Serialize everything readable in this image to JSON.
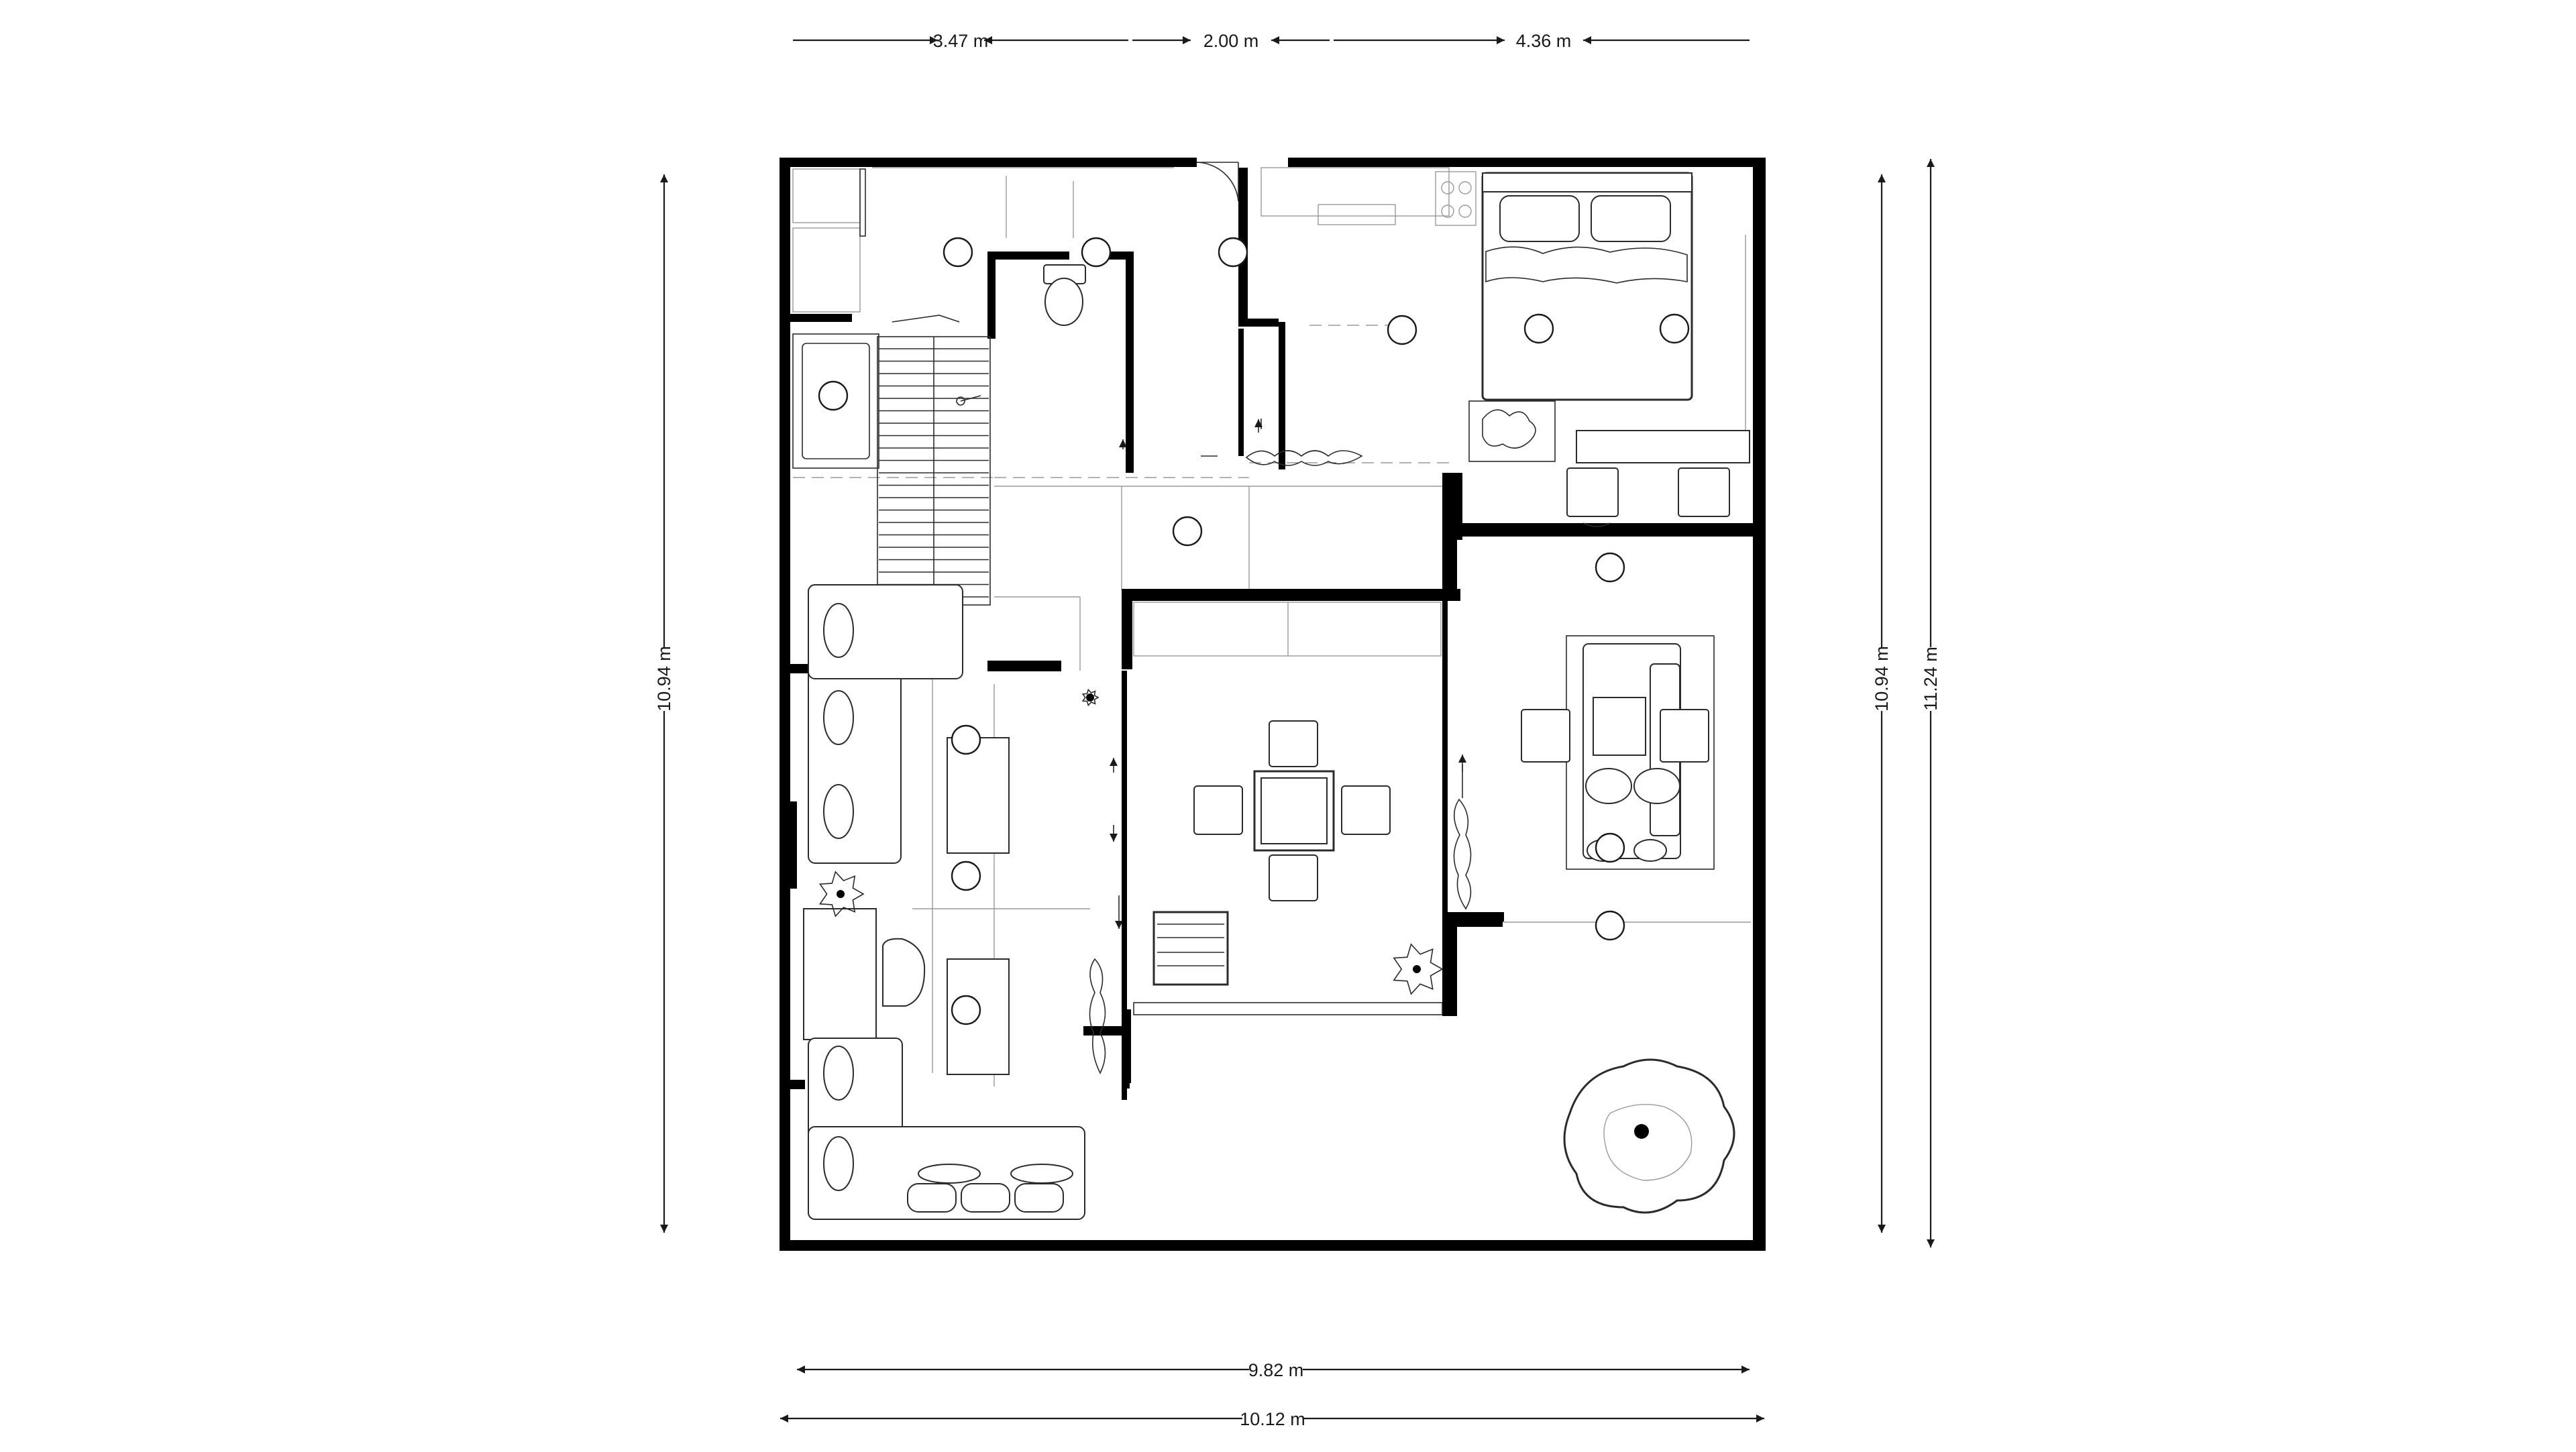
{
  "dimensions": {
    "top_segment_1": "3.47 m",
    "top_segment_2": "2.00 m",
    "top_segment_3": "4.36 m",
    "bottom_inner": "9.82 m",
    "bottom_outer": "10.12 m",
    "left_height": "10.94 m",
    "right_inner_height": "10.94 m",
    "right_outer_height": "11.24 m"
  },
  "colors": {
    "wall": "#000000",
    "line": "#2b2b2b",
    "faint": "#9a9a9a",
    "background": "#ffffff"
  },
  "legend_icons": [
    "ceiling-light-icon",
    "plant-icon",
    "arrow-icon"
  ]
}
